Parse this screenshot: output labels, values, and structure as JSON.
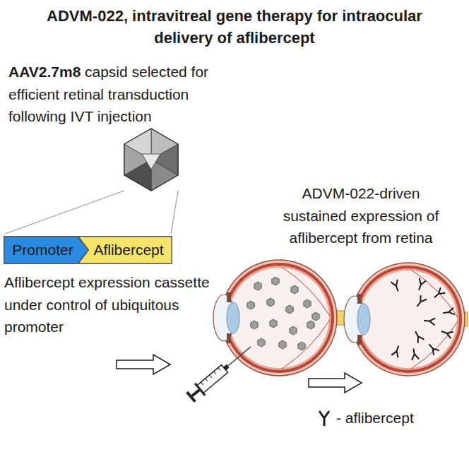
{
  "diagram": {
    "title": "ADVM-022, intravitreal gene therapy for intraocular delivery of aflibercept",
    "nodes": [
      {
        "text": [
          "Promoter"
        ]
      },
      {
        "text": [
          "Aflibercept"
        ]
      }
    ],
    "labels": [
      "AAV2.7m8",
      "capsid selected for efficient retinal transduction following IVT injection",
      "Aflibercept expression cassette under control of ubiquitous promoter",
      "ADVM-022-driven sustained expression of aflibercept from retina"
    ],
    "legend": [
      {
        "text": "- aflibercept"
      }
    ]
  }
}
